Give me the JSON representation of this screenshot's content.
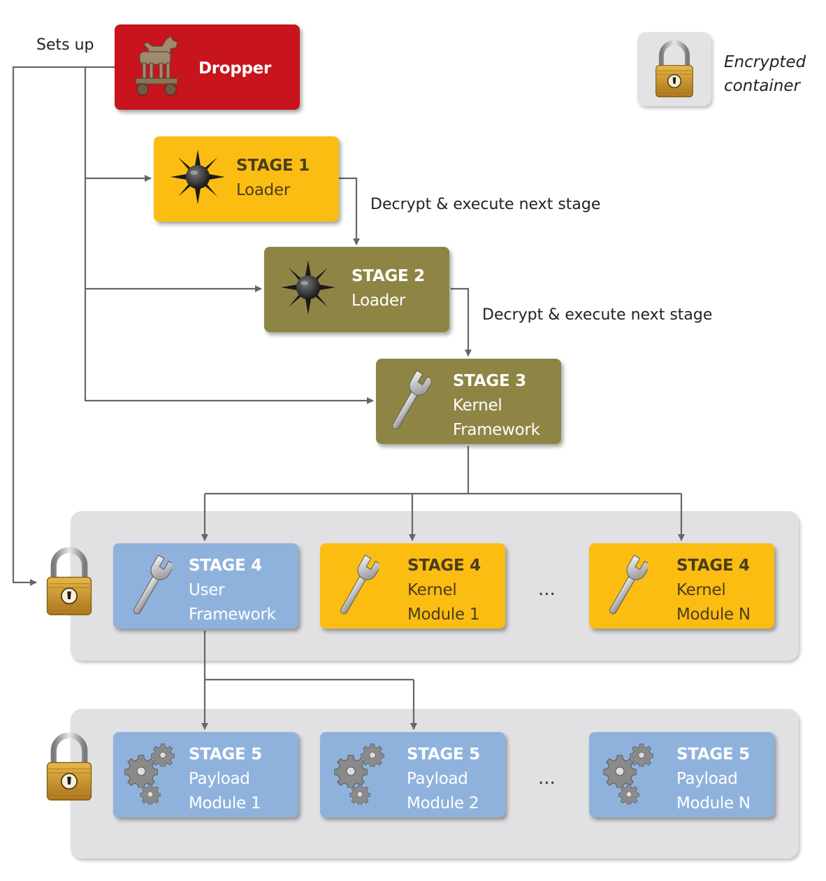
{
  "colors": {
    "dropper": "#c8141c",
    "yellow": "#fbbd12",
    "olive": "#8e8545",
    "blue": "#8fb2dd",
    "container": "#e1e1e3",
    "connector": "#666666"
  },
  "annotations": {
    "sets_up": "Sets up",
    "decrypt_1": "Decrypt & execute next stage",
    "decrypt_2": "Decrypt & execute next stage",
    "ellipsis_row4": "...",
    "ellipsis_row5": "..."
  },
  "legend": {
    "icon": "padlock-icon",
    "line1": "Encrypted",
    "line2": "container"
  },
  "nodes": {
    "dropper": {
      "icon": "trojan-horse-icon",
      "title": "Dropper"
    },
    "stage1": {
      "icon": "spiked-mine-icon",
      "title": "STAGE 1",
      "line1": "Loader"
    },
    "stage2": {
      "icon": "spiked-mine-icon",
      "title": "STAGE 2",
      "line1": "Loader"
    },
    "stage3": {
      "icon": "wrench-icon",
      "title": "STAGE 3",
      "line1": "Kernel",
      "line2": "Framework"
    },
    "stage4_user": {
      "icon": "wrench-icon",
      "title": "STAGE 4",
      "line1": "User",
      "line2": "Framework"
    },
    "stage4_kernel1": {
      "icon": "wrench-icon",
      "title": "STAGE 4",
      "line1": "Kernel",
      "line2": "Module 1"
    },
    "stage4_kernelN": {
      "icon": "wrench-icon",
      "title": "STAGE 4",
      "line1": "Kernel",
      "line2": "Module N"
    },
    "stage5_payload1": {
      "icon": "gears-icon",
      "title": "STAGE 5",
      "line1": "Payload",
      "line2": "Module 1"
    },
    "stage5_payload2": {
      "icon": "gears-icon",
      "title": "STAGE 5",
      "line1": "Payload",
      "line2": "Module 2"
    },
    "stage5_payloadN": {
      "icon": "gears-icon",
      "title": "STAGE 5",
      "line1": "Payload",
      "line2": "Module N"
    }
  }
}
